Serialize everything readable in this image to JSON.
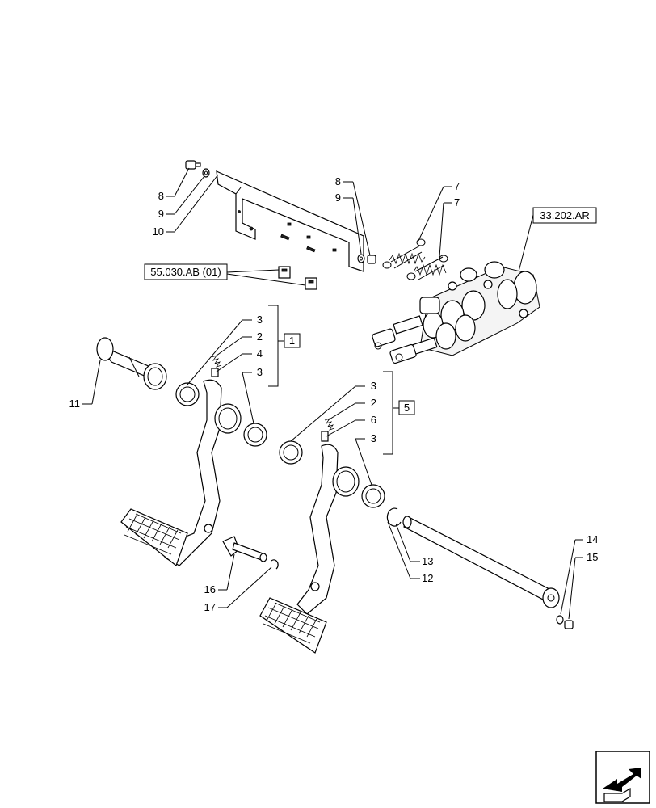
{
  "callouts": [
    {
      "id": "c8a",
      "text": "8"
    },
    {
      "id": "c9a",
      "text": "9"
    },
    {
      "id": "c10",
      "text": "10"
    },
    {
      "id": "c8b",
      "text": "8"
    },
    {
      "id": "c9b",
      "text": "9"
    },
    {
      "id": "c7a",
      "text": "7"
    },
    {
      "id": "c7b",
      "text": "7"
    },
    {
      "id": "c3a",
      "text": "3"
    },
    {
      "id": "c2a",
      "text": "2"
    },
    {
      "id": "c4",
      "text": "4"
    },
    {
      "id": "c3b",
      "text": "3"
    },
    {
      "id": "c11",
      "text": "11"
    },
    {
      "id": "c3c",
      "text": "3"
    },
    {
      "id": "c2b",
      "text": "2"
    },
    {
      "id": "c6",
      "text": "6"
    },
    {
      "id": "c3d",
      "text": "3"
    },
    {
      "id": "c13",
      "text": "13"
    },
    {
      "id": "c12",
      "text": "12"
    },
    {
      "id": "c14",
      "text": "14"
    },
    {
      "id": "c15",
      "text": "15"
    },
    {
      "id": "c16",
      "text": "16"
    },
    {
      "id": "c17",
      "text": "17"
    }
  ],
  "references": {
    "ref_332": "33.202.AR",
    "ref_55030": "55.030.AB (01)",
    "group1": "1",
    "group5": "5"
  }
}
